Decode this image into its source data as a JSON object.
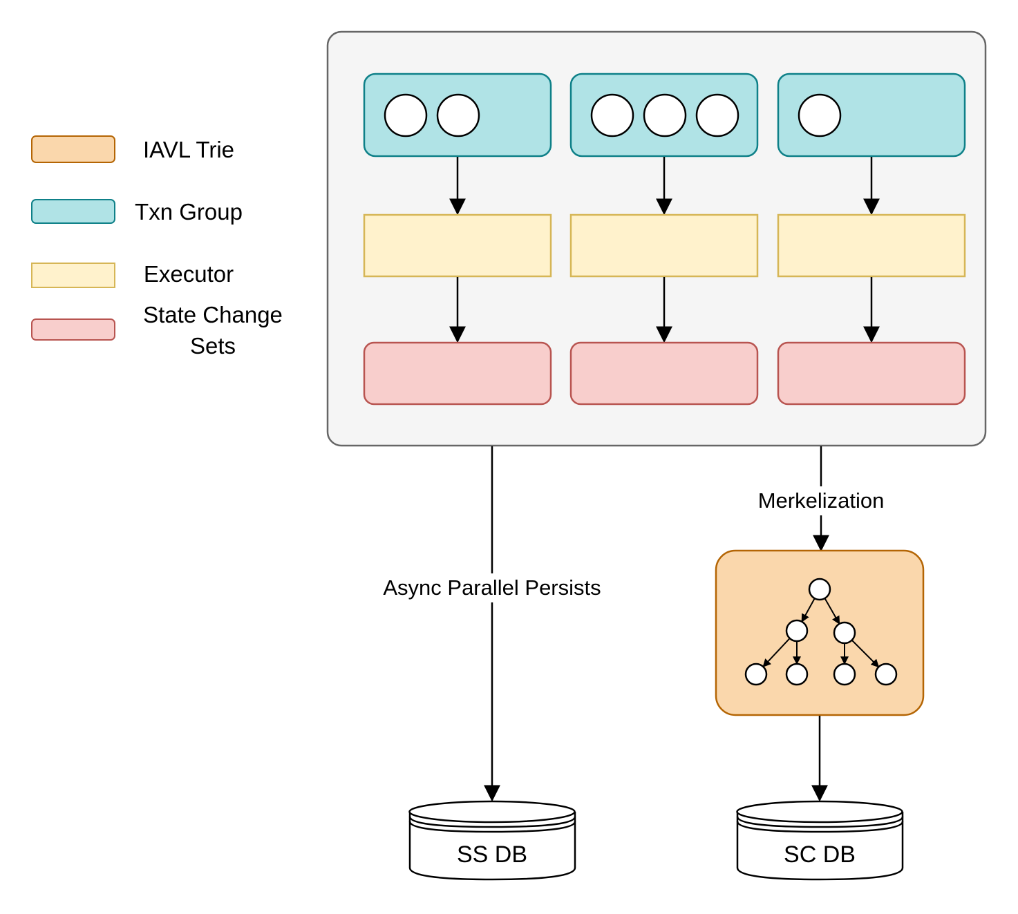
{
  "legend": {
    "items": [
      {
        "label": "IAVL Trie",
        "fill": "#fad7ac",
        "stroke": "#b46504"
      },
      {
        "label": "Txn Group",
        "fill": "#b0e3e6",
        "stroke": "#0e8088"
      },
      {
        "label": "Executor",
        "fill": "#fff2cc",
        "stroke": "#d6b656"
      },
      {
        "label_line1": "State Change",
        "label_line2": "Sets",
        "fill": "#f8cecc",
        "stroke": "#b85450"
      }
    ]
  },
  "pipeline": {
    "container_fill": "#f5f5f5",
    "container_stroke": "#666666",
    "columns": [
      {
        "txn_count": 2
      },
      {
        "txn_count": 3
      },
      {
        "txn_count": 1
      }
    ]
  },
  "edges": {
    "async_label": "Async Parallel Persists",
    "merkle_label": "Merkelization"
  },
  "trie": {
    "levels": [
      1,
      2,
      4
    ]
  },
  "databases": {
    "ss_label": "SS DB",
    "sc_label": "SC DB"
  }
}
